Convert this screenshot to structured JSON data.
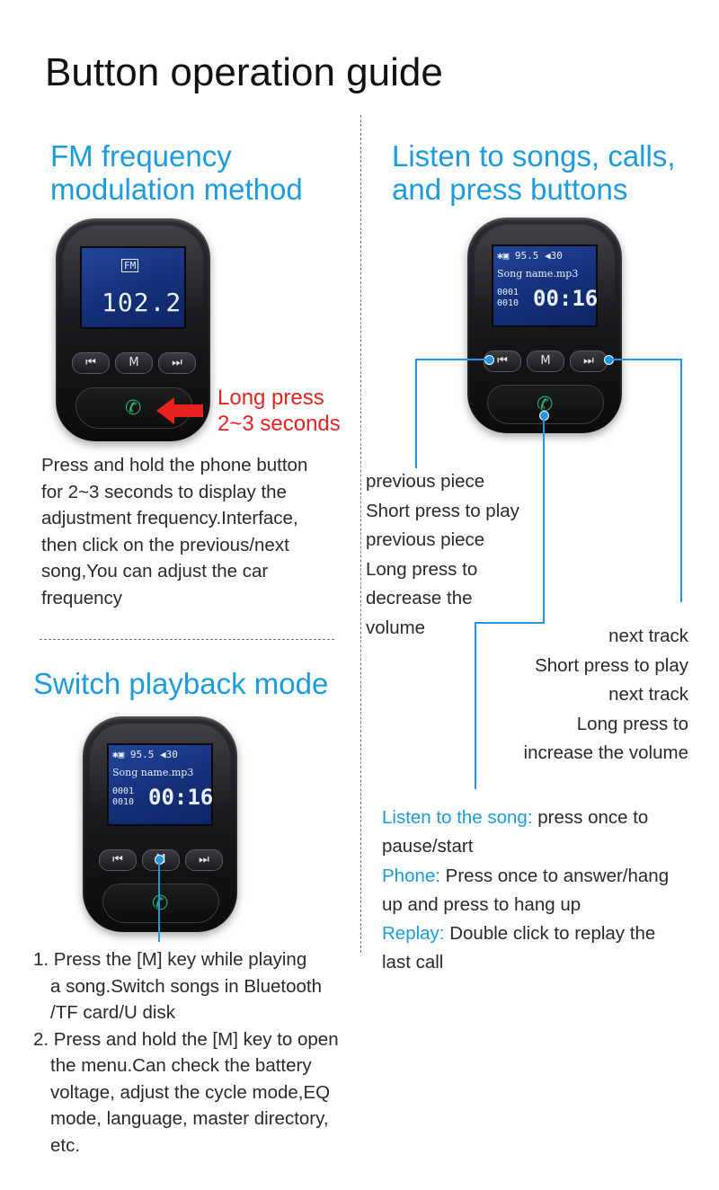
{
  "page_title": "Button operation guide",
  "fm_section": {
    "title_line1": "FM frequency",
    "title_line2": "modulation method",
    "screen_freq": "102.2",
    "fm_icon_text": "FM",
    "annotation_line1": "Long press",
    "annotation_line2": "2~3 seconds",
    "description": [
      "Press and hold the phone button",
      "for 2~3 seconds to display the",
      "adjustment frequency.Interface,",
      "then click on the previous/next",
      "song,You can adjust the car",
      "frequency"
    ]
  },
  "device_buttons": {
    "prev": "⏮",
    "mode": "M",
    "next": "⏭"
  },
  "device_screen": {
    "status_freq": "95.5",
    "volume": "30",
    "song_name": "Song name.mp3",
    "track_a": "0001",
    "track_b": "0010",
    "time": "00:16"
  },
  "songs_section": {
    "title_line1": "Listen to songs, calls,",
    "title_line2": "and press buttons",
    "prev_lines": [
      "previous piece",
      "Short press to play",
      "previous piece",
      "Long press to",
      "decrease the",
      "volume"
    ],
    "next_lines": [
      "next track",
      "Short press to play",
      "next track",
      "Long press to",
      "increase the volume"
    ],
    "song_label": "Listen to the song:",
    "song_text_1": " press once to",
    "song_text_2": "pause/start",
    "phone_label": "Phone:",
    "phone_text_1": " Press once to answer/hang",
    "phone_text_2": "up and press to hang up",
    "replay_label": "Replay:",
    "replay_text_1": " Double click to replay the",
    "replay_text_2": "last call"
  },
  "playback_section": {
    "title": "Switch playback mode",
    "item1_lines": [
      "1. Press the [M] key while playing",
      "a song.Switch songs in Bluetooth",
      "/TF card/U disk"
    ],
    "item2_lines": [
      "2. Press and hold the [M] key to open",
      "the menu.Can check the battery",
      "voltage, adjust the cycle mode,EQ",
      "mode, language, master directory,",
      "etc."
    ]
  },
  "colors": {
    "accent_blue": "#1c9be0",
    "annotation_red": "#e8231f",
    "screen_blue": "#15307a",
    "phone_green": "#22b56b"
  }
}
